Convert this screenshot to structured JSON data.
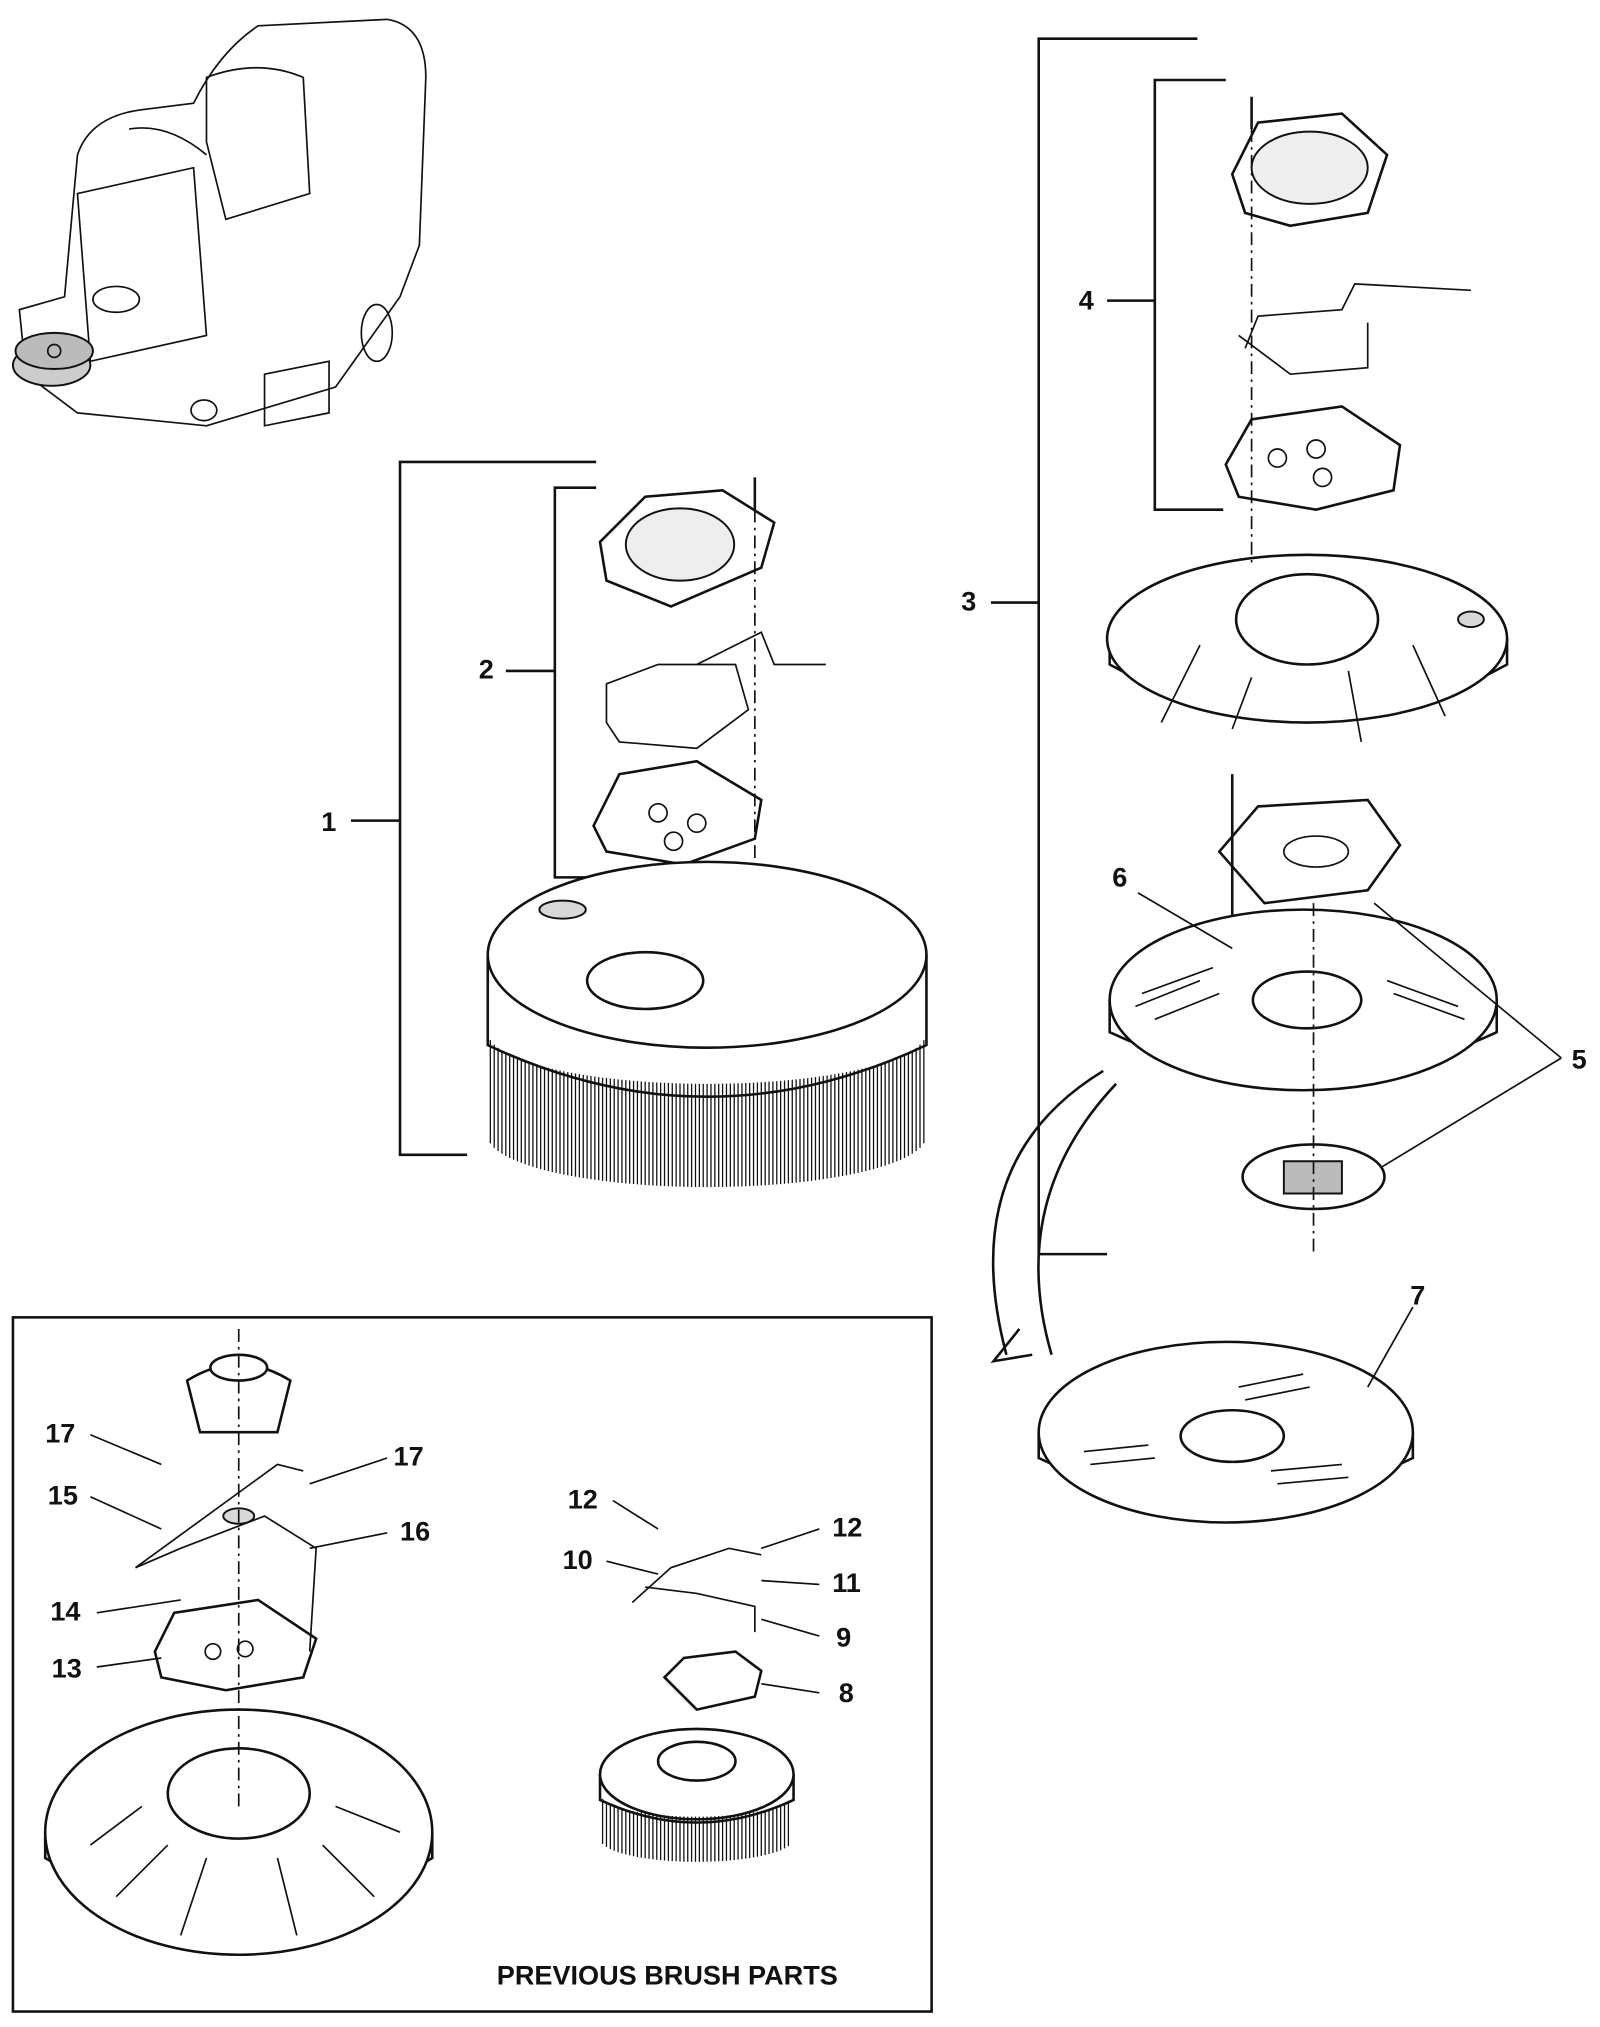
{
  "callouts": {
    "c1": "1",
    "c2": "2",
    "c3": "3",
    "c4": "4",
    "c5": "5",
    "c6": "6",
    "c7": "7",
    "c8": "8",
    "c9": "9",
    "c10": "10",
    "c11": "11",
    "c12a": "12",
    "c12b": "12",
    "c13": "13",
    "c14": "14",
    "c15": "15",
    "c16": "16",
    "c17a": "17",
    "c17b": "17"
  },
  "inset": {
    "title": "PREVIOUS BRUSH PARTS"
  }
}
